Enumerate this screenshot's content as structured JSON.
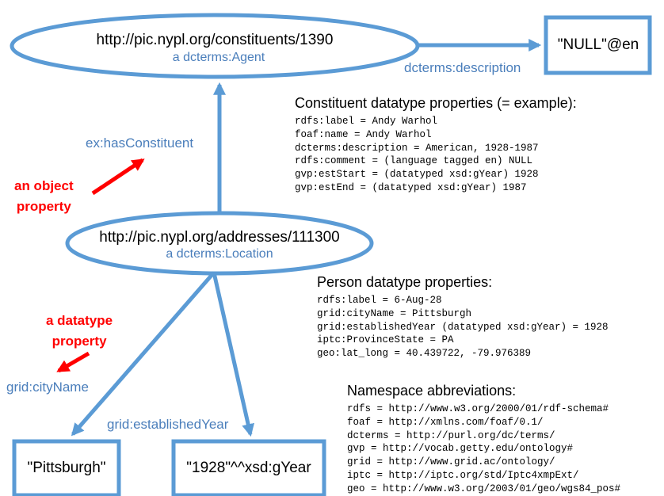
{
  "colors": {
    "shape_stroke": "#5b9bd5",
    "label_blue": "#4a7ebb",
    "note_red": "#ff0000",
    "text": "#000000"
  },
  "nodes": {
    "constituent": {
      "uri": "http://pic.nypl.org/constituents/1390",
      "type_label": "a dcterms:Agent"
    },
    "address": {
      "uri": "http://pic.nypl.org/addresses/111300",
      "type_label": "a dcterms:Location"
    }
  },
  "literals": {
    "null_en": "\"NULL\"@en",
    "pittsburgh": "\"Pittsburgh\"",
    "year_1928": "\"1928\"^^xsd:gYear"
  },
  "edges": {
    "description": "dcterms:description",
    "has_constituent": "ex:hasConstituent",
    "city_name": "grid:cityName",
    "established_year": "grid:establishedYear"
  },
  "notes": {
    "object_property": [
      "an object",
      "property"
    ],
    "datatype_property": [
      "a datatype",
      "property"
    ]
  },
  "panels": {
    "constituent": {
      "heading": "Constituent datatype properties (= example):",
      "lines": [
        "rdfs:label = Andy Warhol",
        "foaf:name = Andy Warhol",
        "dcterms:description = American, 1928-1987",
        "rdfs:comment = (language tagged en) NULL",
        "gvp:estStart = (datatyped xsd:gYear) 1928",
        "gvp:estEnd = (datatyped xsd:gYear) 1987"
      ]
    },
    "person": {
      "heading": "Person datatype properties:",
      "lines": [
        "rdfs:label = 6-Aug-28",
        "grid:cityName = Pittsburgh",
        "grid:establishedYear (datatyped xsd:gYear) = 1928",
        "iptc:ProvinceState = PA",
        "geo:lat_long = 40.439722, -79.976389"
      ]
    },
    "namespaces": {
      "heading": "Namespace abbreviations:",
      "lines": [
        "rdfs = http://www.w3.org/2000/01/rdf-schema#",
        "foaf = http://xmlns.com/foaf/0.1/",
        "dcterms = http://purl.org/dc/terms/",
        "gvp = http://vocab.getty.edu/ontology#",
        "grid = http://www.grid.ac/ontology/",
        "iptc = http://iptc.org/std/Iptc4xmpExt/",
        "geo = http://www.w3.org/2003/01/geo/wgs84_pos#"
      ]
    }
  }
}
